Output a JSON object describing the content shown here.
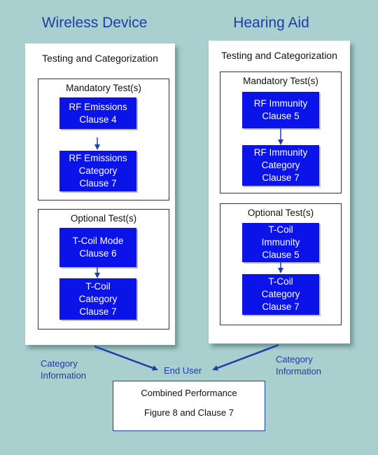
{
  "left": {
    "title": "Wireless Device",
    "panel_title": "Testing and Categorization",
    "mandatory": {
      "title": "Mandatory Test(s)",
      "box1": [
        "RF Emissions",
        "Clause 4"
      ],
      "box2": [
        "RF Emissions",
        "Category",
        "Clause 7"
      ]
    },
    "optional": {
      "title": "Optional Test(s)",
      "box1": [
        "T-Coil Mode",
        "Clause 6"
      ],
      "box2": [
        "T-Coil",
        "Category",
        "Clause 7"
      ]
    },
    "info_label": [
      "Category",
      "Information"
    ]
  },
  "right": {
    "title": "Hearing Aid",
    "panel_title": "Testing and Categorization",
    "mandatory": {
      "title": "Mandatory Test(s)",
      "box1": [
        "RF Immunity",
        "Clause 5"
      ],
      "box2": [
        "RF Immunity",
        "Category",
        "Clause 7"
      ]
    },
    "optional": {
      "title": "Optional Test(s)",
      "box1": [
        "T-Coil",
        "Immunity",
        "Clause 5"
      ],
      "box2": [
        "T-Coil",
        "Category",
        "Clause 7"
      ]
    },
    "info_label": [
      "Category",
      "Information"
    ]
  },
  "end_user": "End User",
  "combined": {
    "line1": "Combined Performance",
    "line2": "Figure 8 and Clause 7"
  },
  "colors": {
    "background": "#a9cfcf",
    "box_fill": "#0a14e8",
    "title_blue": "#1b3fa6",
    "arrow": "#1b3fa6"
  }
}
